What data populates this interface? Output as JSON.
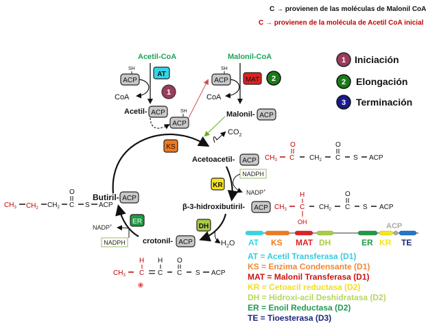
{
  "header": {
    "line1": "C → provienen de las moléculas de Malonil CoA",
    "line2": "C → provienen de la molécula de Acetil CoA inicial"
  },
  "colors": {
    "black": "#111111",
    "red": "#c00000",
    "green_label": "#1ea35a",
    "acp_fill": "#c8c8c8",
    "AT": "#33d6e6",
    "KS": "#ee7a22",
    "MAT": "#dd2222",
    "DH": "#a8cc44",
    "ER": "#229944",
    "KR": "#f4e422",
    "TE": "#1a237e",
    "step1": "#9b3b5e",
    "step2": "#1a7a1a",
    "step3": "#1a1a8c"
  },
  "phases": [
    {
      "num": "1",
      "label": "Iniciación"
    },
    {
      "num": "2",
      "label": "Elongación"
    },
    {
      "num": "3",
      "label": "Terminación"
    }
  ],
  "pathway": {
    "acetil_coa": "Acetil-CoA",
    "malonil_coa": "Malonil-CoA",
    "sh": "SH",
    "acp": "ACP",
    "coa": "CoA",
    "co2": "CO",
    "co2_sub": "2",
    "acetil": "Acetil-",
    "malonil": "Malonil-",
    "acetoacetil": "Acetoacetil-",
    "hidroxibutiril": "β-3-hidroxibutiril-",
    "crotonil": "crotonil-",
    "butiril": "Butiril-",
    "nadph": "NADPH",
    "nadp": "NADP",
    "nadp_sup": "+",
    "h2o": "H",
    "h2o_sub": "2",
    "h2o_o": "O"
  },
  "enzymes": {
    "AT": "AT",
    "MAT": "MAT",
    "KS": "KS",
    "KR": "KR",
    "DH": "DH",
    "ER": "ER"
  },
  "formulas": {
    "ch3": "CH",
    "sub3": "3",
    "ch2": "CH",
    "sub2": "2",
    "c": "C",
    "o": "O",
    "h": "H",
    "oh": "OH",
    "s": "S",
    "acp": "ACP"
  },
  "domain_bar": {
    "labels": [
      "AT",
      "KS",
      "MAT",
      "DH",
      "ER",
      "KR",
      "TE"
    ],
    "acp_label": "ACP"
  },
  "legend": [
    {
      "abbr": "AT",
      "text": "AT = Acetil Transferasa (D1)"
    },
    {
      "abbr": "KS",
      "text": "KS = Enzima Condensante (D1)"
    },
    {
      "abbr": "MAT",
      "text": "MAT = Malonil Transferasa (D1)"
    },
    {
      "abbr": "KR",
      "text": "KR = Cetoacil reductasa (D2)"
    },
    {
      "abbr": "DH",
      "text": "DH = Hidroxi-acil Deshidratasa (D2)"
    },
    {
      "abbr": "ER",
      "text": "ER = Enoil Reductasa (D2)"
    },
    {
      "abbr": "TE",
      "text": "TE = Tioesterasa (D3)"
    }
  ]
}
